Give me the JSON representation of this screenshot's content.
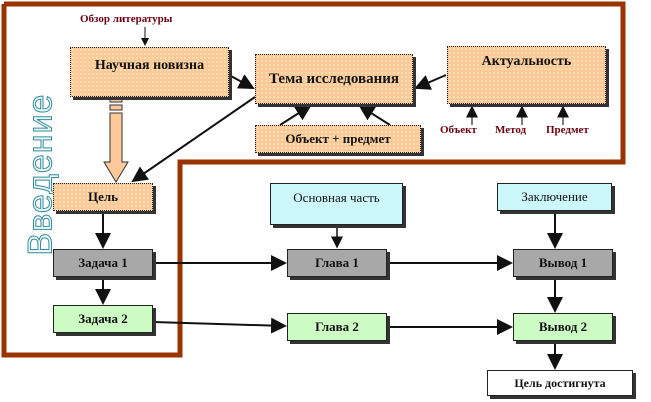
{
  "section_label": "Введение",
  "literature_review": "Обзор литературы",
  "novelty": "Научная  новизна",
  "topic": "Тема исследования",
  "object_subject": "Объект + предмет",
  "relevance": "Актуальность",
  "relevance_inputs": [
    "Объект",
    "Метод",
    "Предмет"
  ],
  "goal": "Цель",
  "main_part": "Основная  часть",
  "conclusion": "Заключение",
  "task1": "Задача 1",
  "task2": "Задача 2",
  "chapter1": "Глава 1",
  "chapter2": "Глава 2",
  "result1": "Вывод 1",
  "result2": "Вывод 2",
  "goal_achieved": "Цель достигнута",
  "colors": {
    "frame": "#993300",
    "orange": "#fdc99a",
    "cyan": "#ccf8fb",
    "gray": "#a8a8a8",
    "green": "#ccfbc4"
  }
}
